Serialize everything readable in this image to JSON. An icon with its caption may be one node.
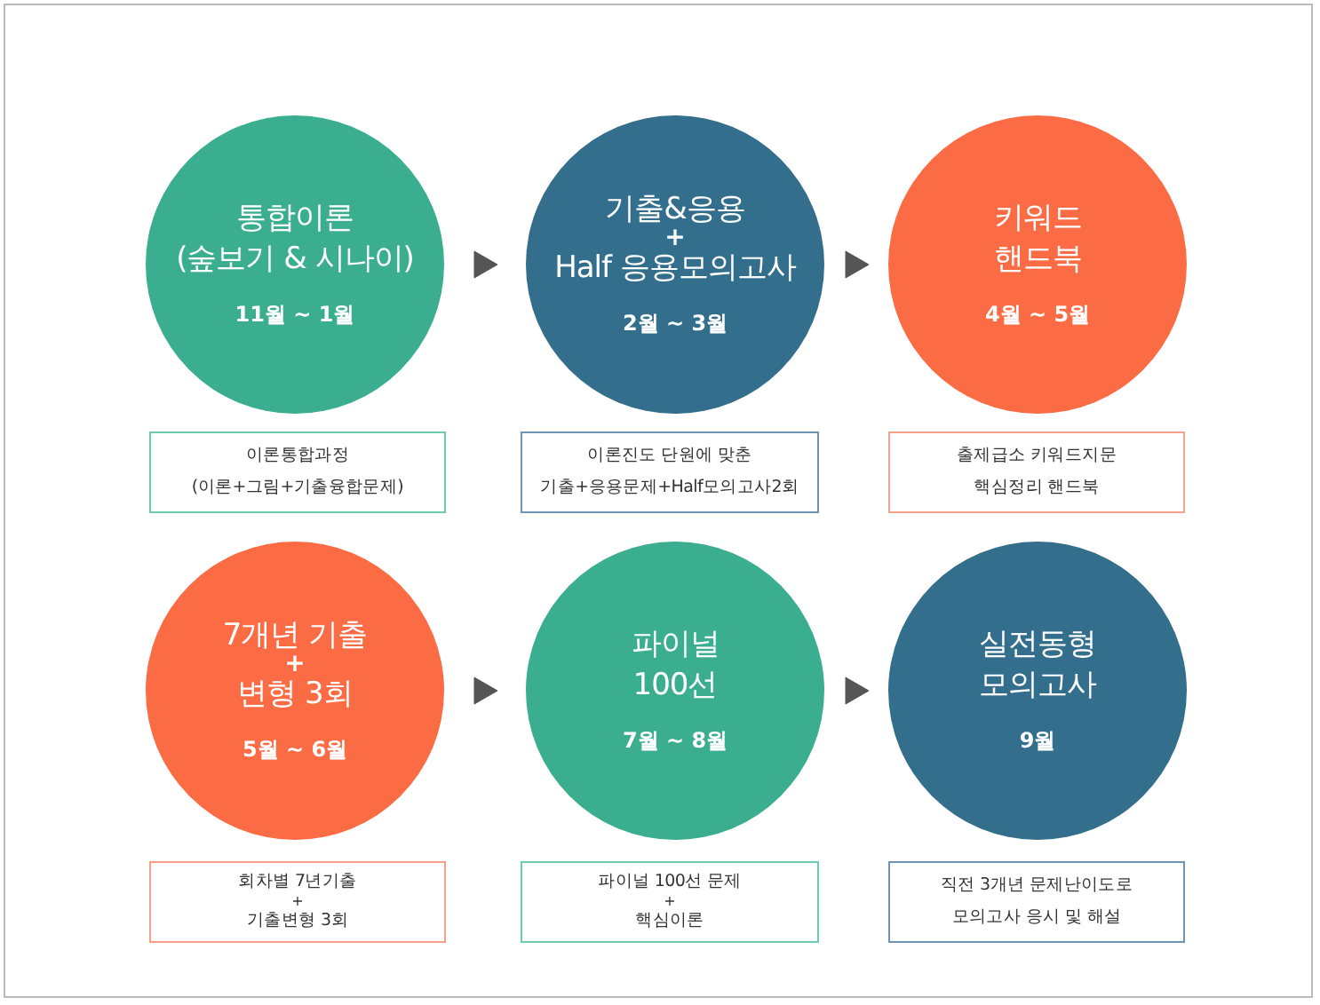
{
  "diagram": {
    "nodes": [
      {
        "text": [
          "통합이론",
          "(숲보기 & 시나이)",
          "11월 ~ 1월"
        ]
      },
      {
        "text": [
          "기출&응용",
          "+",
          "Half 응용모의고사",
          "2월 ~ 3월"
        ]
      },
      {
        "text": [
          "키워드",
          "핸드북",
          "4월 ~ 5월"
        ]
      },
      {
        "text": [
          "이론통합과정",
          "(이론+그림+기출융합문제)"
        ]
      },
      {
        "text": [
          "이론진도 단원에 맞춘",
          "기출+응용문제+Half모의고사2회"
        ]
      },
      {
        "text": [
          "출제급소 키워드지문",
          "핵심정리 핸드북"
        ]
      },
      {
        "text": [
          "7개년 기출",
          "+",
          "변형 3회",
          "5월 ~ 6월"
        ]
      },
      {
        "text": [
          "파이널",
          "100선",
          "7월 ~ 8월"
        ]
      },
      {
        "text": [
          "실전동형",
          "모의고사",
          "9월"
        ]
      },
      {
        "text": [
          "회차별 7년기출",
          "+",
          "기출변형 3회"
        ]
      },
      {
        "text": [
          "파이널 100선 문제",
          "+",
          "핵심이론"
        ]
      },
      {
        "text": [
          "직전 3개년 문제난이도로",
          "모의고사 응시 및 해설"
        ]
      }
    ],
    "edges": [
      {
        "from": 0,
        "to": 1,
        "arrow": "to"
      },
      {
        "from": 1,
        "to": 2,
        "arrow": "to"
      },
      {
        "from": 6,
        "to": 7,
        "arrow": "to"
      },
      {
        "from": 7,
        "to": 8,
        "arrow": "to"
      }
    ]
  }
}
